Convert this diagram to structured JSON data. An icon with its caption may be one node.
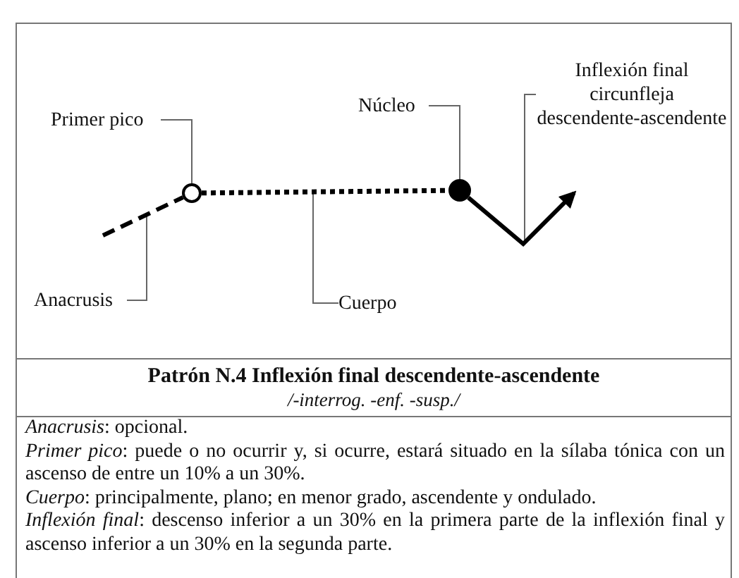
{
  "diagram": {
    "title": "Patrón N.4 Inflexión final descendente-ascendente",
    "nodes": [
      {
        "text": [
          "Primer pico"
        ]
      },
      {
        "text": [],
        "shape": "circle"
      },
      {
        "text": [
          "Núcleo"
        ]
      },
      {
        "text": [],
        "shape": "circle"
      },
      {
        "text": [
          "Inflexión final circunfleja descendente-ascendente"
        ]
      },
      {
        "text": [
          "Anacrusis"
        ]
      },
      {
        "text": [
          "Cuerpo"
        ]
      }
    ],
    "edges": [
      {
        "from": 0,
        "to": 1,
        "arrow": "none"
      },
      {
        "from": 2,
        "to": 3,
        "arrow": "none"
      },
      {
        "from": 4,
        "to": null,
        "arrow": "none"
      },
      {
        "from": 5,
        "to": null,
        "arrow": "none"
      },
      {
        "from": 6,
        "to": null,
        "arrow": "none"
      },
      {
        "from": null,
        "to": 1,
        "arrow": "none",
        "style": "dashed",
        "color": "#000000"
      },
      {
        "from": 1,
        "to": 3,
        "arrow": "none",
        "style": "dashed",
        "color": "#000000"
      },
      {
        "from": 3,
        "to": null,
        "arrow": "to",
        "style": "thick",
        "color": "#000000"
      }
    ],
    "labels": [
      "/-interrog. -enf. -susp./",
      "*Anacrusis*: opcional.",
      "*Primer pico*: puede o no ocurrir y, si ocurre, estará situado en la sílaba tónica con un ascenso de entre un 10% a un 30%.",
      "*Cuerpo*: principalmente, plano; en menor grado, ascendente y ondulado.",
      "*Inflexión final*: descenso inferior a un 30% en la primera parte de la inflexión final y ascenso inferior a un 30% en la segunda parte."
    ]
  }
}
